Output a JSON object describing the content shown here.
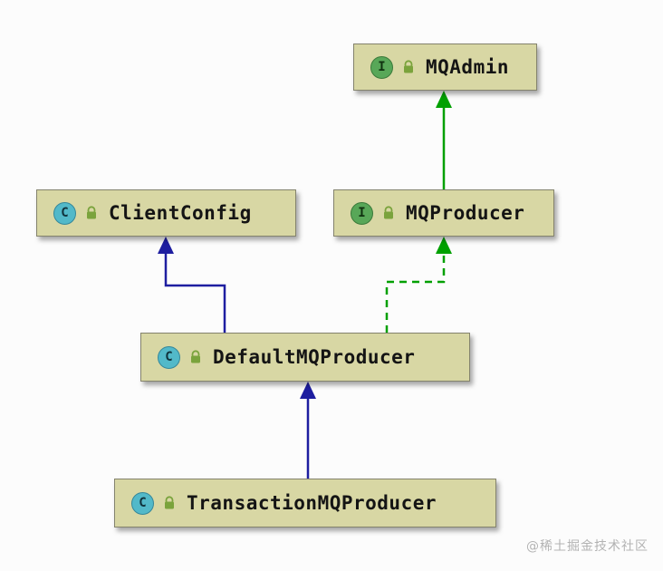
{
  "colors": {
    "node_bg": "#d8d7a4",
    "node_border": "#84836d",
    "green": "#00a000",
    "navy": "#1e1ea0",
    "class_icon_bg": "#52b9c9",
    "interface_icon_bg": "#58a758",
    "lock": "#7aa33c"
  },
  "nodes": {
    "mqadmin": {
      "label": "MQAdmin",
      "kind": "interface",
      "icon_letter": "I"
    },
    "clientconfig": {
      "label": "ClientConfig",
      "kind": "class",
      "icon_letter": "C"
    },
    "mqproducer": {
      "label": "MQProducer",
      "kind": "interface",
      "icon_letter": "I"
    },
    "defaultmqproducer": {
      "label": "DefaultMQProducer",
      "kind": "class",
      "icon_letter": "C"
    },
    "transactionmqproducer": {
      "label": "TransactionMQProducer",
      "kind": "class",
      "icon_letter": "C"
    }
  },
  "edges": [
    {
      "from": "MQProducer",
      "to": "MQAdmin",
      "relation": "extends",
      "line": "solid",
      "color": "green"
    },
    {
      "from": "DefaultMQProducer",
      "to": "ClientConfig",
      "relation": "extends",
      "line": "solid",
      "color": "navy"
    },
    {
      "from": "DefaultMQProducer",
      "to": "MQProducer",
      "relation": "implements",
      "line": "dashed",
      "color": "green"
    },
    {
      "from": "TransactionMQProducer",
      "to": "DefaultMQProducer",
      "relation": "extends",
      "line": "solid",
      "color": "navy"
    }
  ],
  "watermark": "@稀土掘金技术社区"
}
